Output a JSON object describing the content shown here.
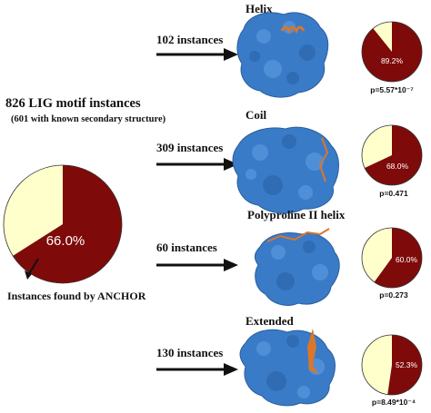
{
  "colors": {
    "dark_red": "#7f0a0a",
    "cream": "#ffffcc",
    "protein_blue": "#3a7bc8",
    "ligand_orange": "#d9772a"
  },
  "main": {
    "title": "826 LIG motif instances",
    "subtitle": "(601 with known secondary structure)",
    "caption": "Instances found by ANCHOR",
    "pie_label": "66.0%"
  },
  "rows": [
    {
      "title": "Helix",
      "count": "102 instances",
      "pie_label": "89.2%",
      "p_value": "p=5.57*10⁻⁷"
    },
    {
      "title": "Coil",
      "count": "309 instances",
      "pie_label": "68.0%",
      "p_value": "p=0.471"
    },
    {
      "title": "Polyproline II helix",
      "count": "60 instances",
      "pie_label": "60.0%",
      "p_value": "p=0.273"
    },
    {
      "title": "Extended",
      "count": "130 instances",
      "pie_label": "52.3%",
      "p_value": "p=8.49*10⁻⁴"
    }
  ],
  "chart_data": [
    {
      "type": "pie",
      "labels": [
        "66.0%"
      ],
      "values": [
        66.0,
        34.0
      ]
    },
    {
      "type": "pie",
      "labels": [
        "89.2%"
      ],
      "values": [
        89.2,
        10.8
      ]
    },
    {
      "type": "pie",
      "labels": [
        "68.0%"
      ],
      "values": [
        68.0,
        32.0
      ]
    },
    {
      "type": "pie",
      "labels": [
        "60.0%"
      ],
      "values": [
        60.0,
        40.0
      ]
    },
    {
      "type": "pie",
      "labels": [
        "52.3%"
      ],
      "values": [
        52.3,
        47.7
      ]
    }
  ]
}
